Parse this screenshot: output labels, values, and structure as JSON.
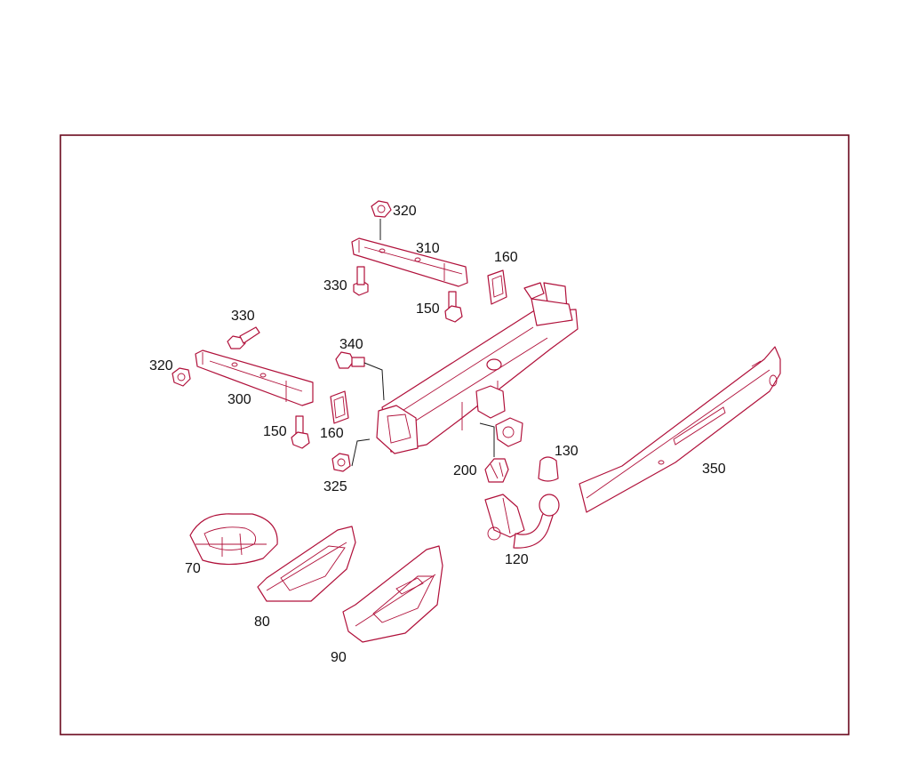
{
  "diagram": {
    "part_color": "#b0103a",
    "frame_color": "#6b0a1e",
    "labels": {
      "p320_top": "320",
      "p310": "310",
      "p160_top": "160",
      "p330_top": "330",
      "p150_top": "150",
      "p330_left": "330",
      "p340": "340",
      "p320_left": "320",
      "p300": "300",
      "p150_left": "150",
      "p160_left": "160",
      "p325": "325",
      "p200": "200",
      "p130": "130",
      "p350": "350",
      "p120": "120",
      "p70": "70",
      "p80": "80",
      "p90": "90"
    }
  }
}
